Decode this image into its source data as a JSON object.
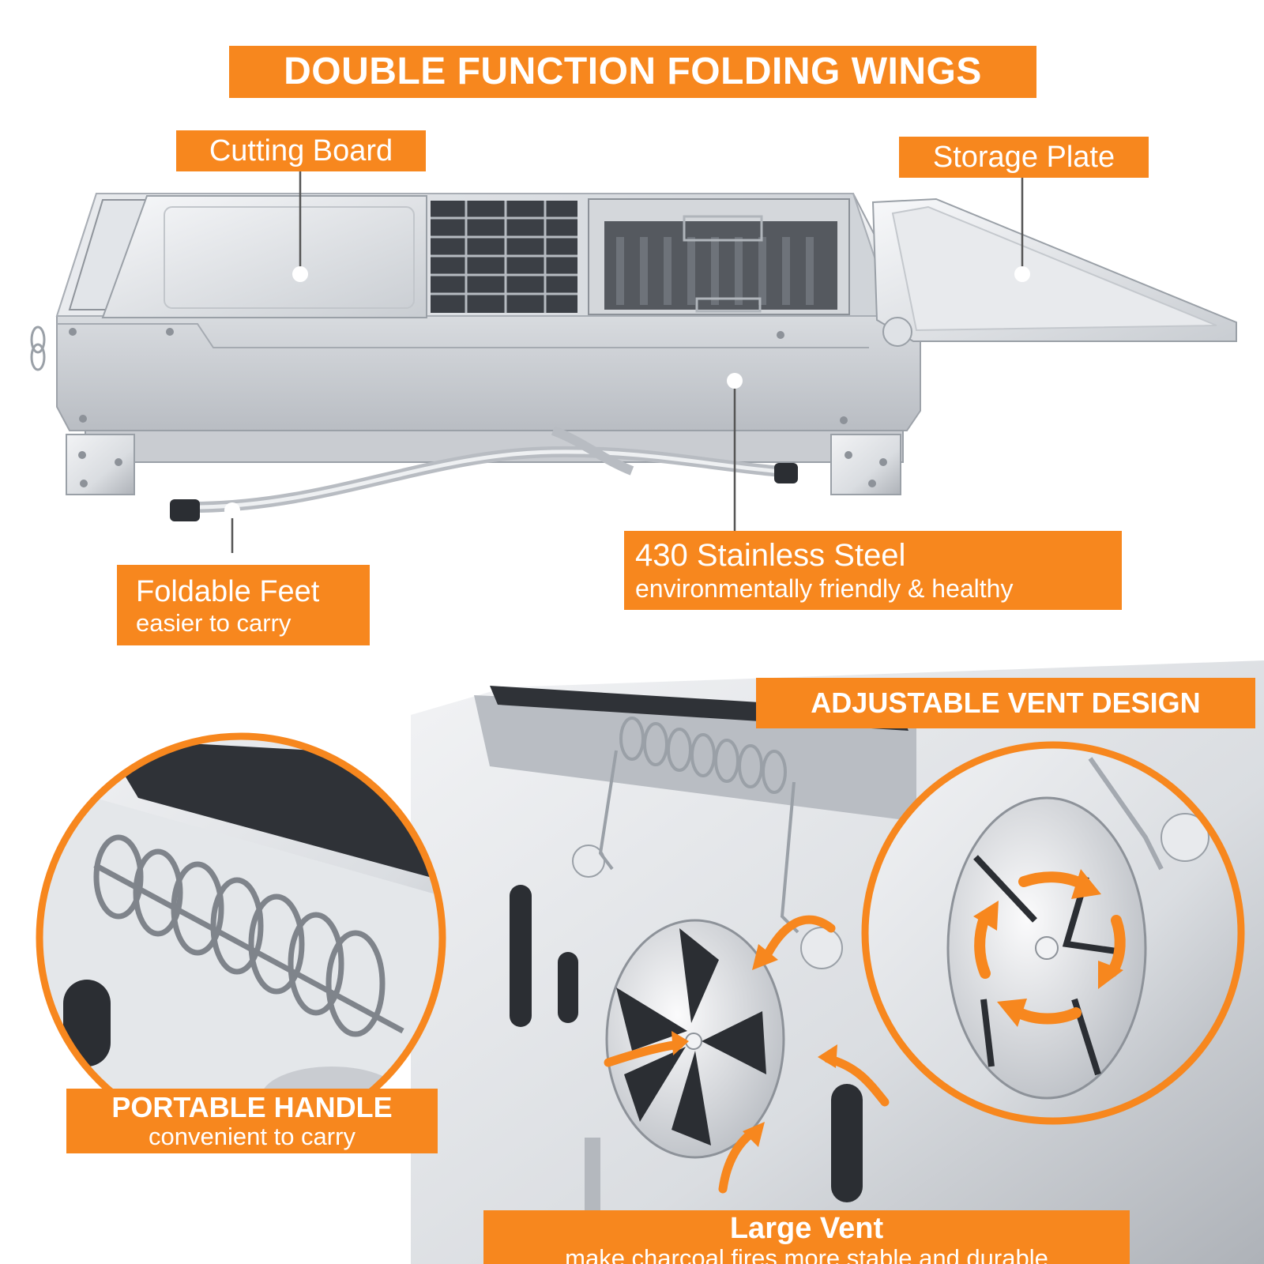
{
  "headline": "DOUBLE FUNCTION FOLDING WINGS",
  "callouts": {
    "cutting_board": "Cutting Board",
    "storage_plate": "Storage Plate",
    "foldable_feet": {
      "title": "Foldable Feet",
      "subtitle": "easier to carry"
    },
    "steel": {
      "title": "430 Stainless Steel",
      "subtitle": "environmentally friendly & healthy"
    },
    "vent_design": "ADJUSTABLE VENT DESIGN",
    "handle": {
      "title": "PORTABLE HANDLE",
      "subtitle": "convenient to carry"
    },
    "large_vent": {
      "title": "Large Vent",
      "subtitle": "make charcoal fires more stable and durable"
    }
  },
  "colors": {
    "accent": "#f7871e",
    "steel_light": "#eef0f3",
    "steel_mid": "#c7cbd1",
    "steel_dark": "#5a5f66",
    "leader": "#555555"
  }
}
